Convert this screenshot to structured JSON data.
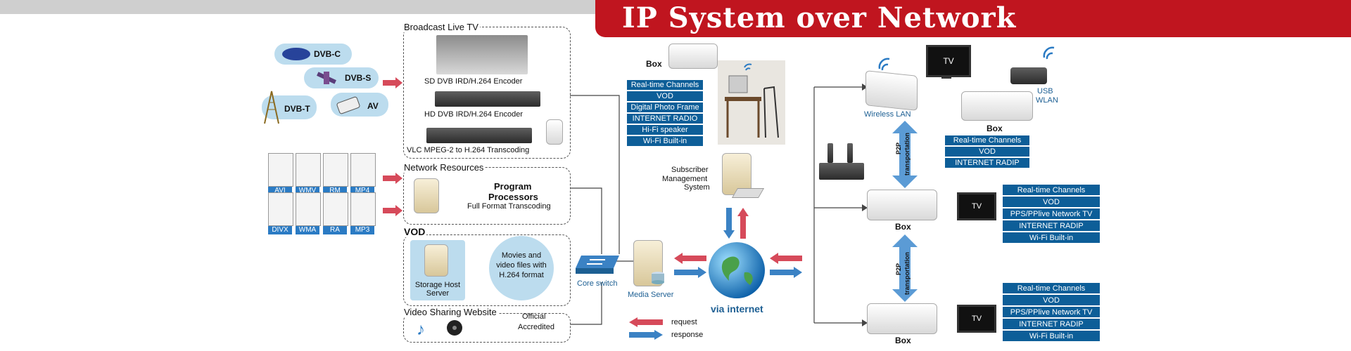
{
  "title": "IP System over Network",
  "left": {
    "sources_tv": [
      "DVB-C",
      "DVB-S",
      "DVB-T",
      "AV"
    ],
    "files_row1": [
      "AVI",
      "WMV",
      "RM",
      "MP4"
    ],
    "files_row2": [
      "DIVX",
      "WMA",
      "RA",
      "MP3"
    ]
  },
  "broadcast": {
    "header": "Broadcast Live TV",
    "sd": "SD DVB IRD/H.264 Encoder",
    "hd": "HD DVB IRD/H.264 Encoder",
    "vlc": "VLC MPEG-2 to H.264 Transcoding"
  },
  "network_resources": {
    "header": "Network Resources",
    "title_line1": "Program",
    "title_line2": "Processors",
    "subtitle": "Full Format Transcoding"
  },
  "vod": {
    "header": "VOD",
    "storage_line1": "Storage Host",
    "storage_line2": "Server",
    "movies_line1": "Movies and",
    "movies_line2": "video files with",
    "movies_line3": "H.264 format"
  },
  "video_sharing": {
    "header": "Video Sharing Website",
    "official_line1": "Official",
    "official_line2": "Accredited"
  },
  "center": {
    "core_switch": "Core switch",
    "media_server": "Media Server",
    "via_internet": "via internet",
    "box": "Box",
    "box_features": [
      "Real-time Channels",
      "VOD",
      "Digital Photo Frame",
      "INTERNET RADIO",
      "Hi-Fi speaker",
      "Wi-Fi Built-in"
    ],
    "subscriber_line1": "Subscriber",
    "subscriber_line2": "Management",
    "subscriber_line3": "System",
    "legend_request": "request",
    "legend_response": "response"
  },
  "right": {
    "wireless_lan": "Wireless LAN",
    "tv": "TV",
    "usb_line1": "USB",
    "usb_line2": "WLAN",
    "box": "Box",
    "p2p_line1": "P2P",
    "p2p_line2": "transportation",
    "box1_features": [
      "Real-time Channels",
      "VOD",
      "INTERNET RADIP"
    ],
    "box2_features": [
      "Real-time Channels",
      "VOD",
      "PPS/PPlive Network TV",
      "INTERNET RADIP",
      "Wi-Fi Built-in"
    ],
    "box3_features": [
      "Real-time Channels",
      "VOD",
      "PPS/PPlive Network TV",
      "INTERNET RADIP",
      "Wi-Fi Built-in"
    ]
  },
  "colors": {
    "title_bar": "#c0151f",
    "feature_box": "#0d5e98",
    "label_blue": "#1d5f93",
    "pill": "#bcdcee",
    "arrow_red": "#d64a5a"
  }
}
